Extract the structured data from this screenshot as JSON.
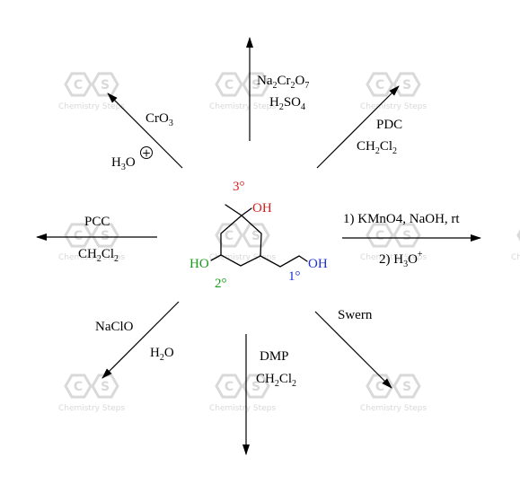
{
  "colors": {
    "tertiary": "#d42020",
    "secondary": "#1a9a1a",
    "primary": "#1a2fd6",
    "arrow": "#000000",
    "watermark": "#d9d9d9"
  },
  "watermark": {
    "brand": "Chemistry Steps",
    "logo_letters": [
      "C",
      "S"
    ]
  },
  "molecule": {
    "oh_tertiary": "OH",
    "oh_secondary": "HO",
    "oh_primary": "OH",
    "label_tertiary": "3°",
    "label_secondary": "2°",
    "label_primary": "1°"
  },
  "reactions": {
    "top": {
      "line1": [
        "Na",
        "2",
        "Cr",
        "2",
        "O",
        "7"
      ],
      "line2": [
        "H",
        "2",
        "SO",
        "4"
      ]
    },
    "top_left": {
      "line1": [
        "CrO",
        "3"
      ],
      "line2": [
        "H",
        "3",
        "O"
      ],
      "plus": "+"
    },
    "top_right": {
      "line1": "PDC",
      "line2": [
        "CH",
        "2",
        "Cl",
        "2"
      ]
    },
    "right": {
      "line1": "1) KMnO4, NaOH, rt",
      "line2": [
        "2) H",
        "3",
        "O",
        "+"
      ]
    },
    "left": {
      "line1": "PCC",
      "line2": [
        "CH",
        "2",
        "Cl",
        "2"
      ]
    },
    "bottom_left": {
      "line1": "NaClO",
      "line2": [
        "H",
        "2",
        "O"
      ]
    },
    "bottom": {
      "line1": "DMP",
      "line2": [
        "CH",
        "2",
        "Cl",
        "2"
      ]
    },
    "bottom_right": {
      "line1": "Swern"
    }
  }
}
